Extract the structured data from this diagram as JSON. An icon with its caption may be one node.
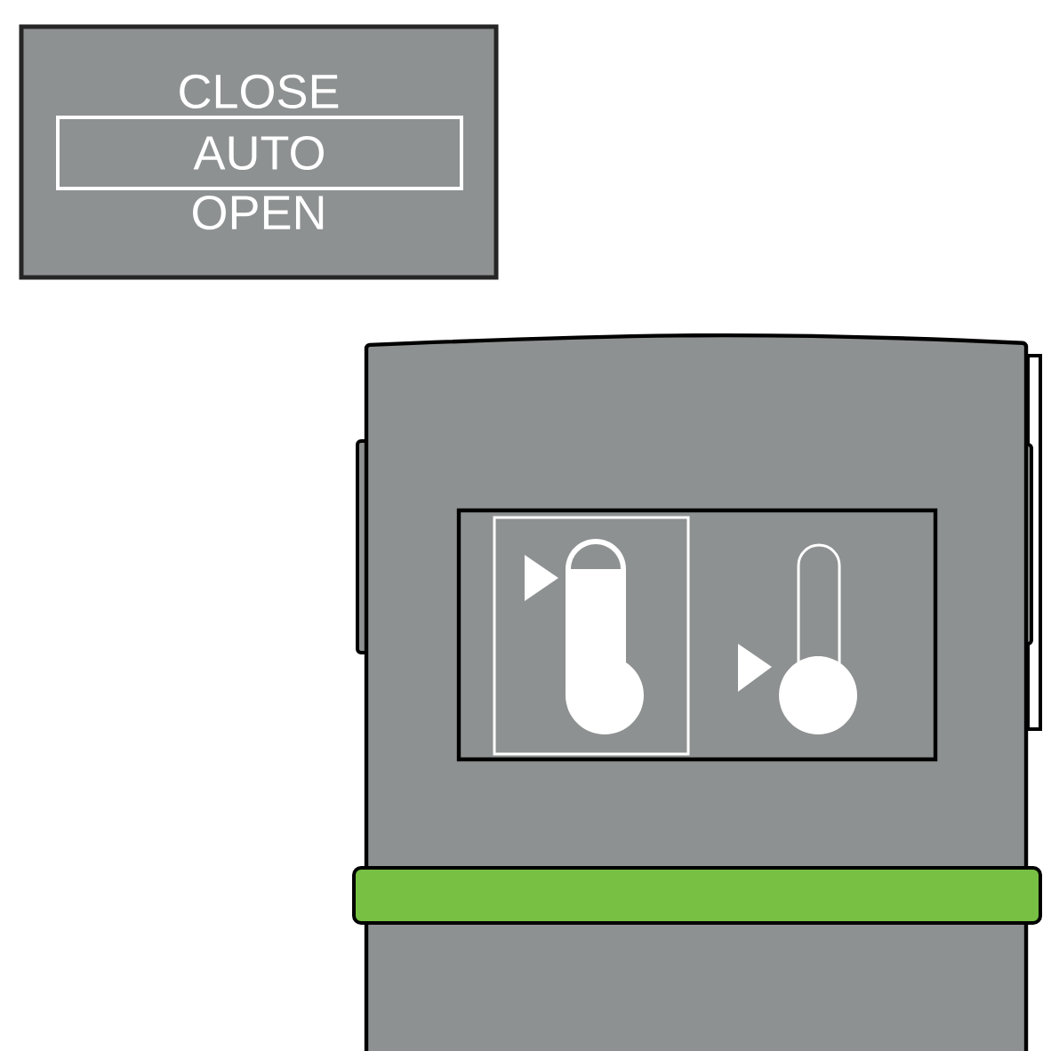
{
  "diagram": {
    "nodes": [
      {
        "text": [
          "CLOSE",
          "OPEN"
        ]
      },
      {
        "text": [
          "AUTO"
        ],
        "in": 0
      }
    ]
  }
}
